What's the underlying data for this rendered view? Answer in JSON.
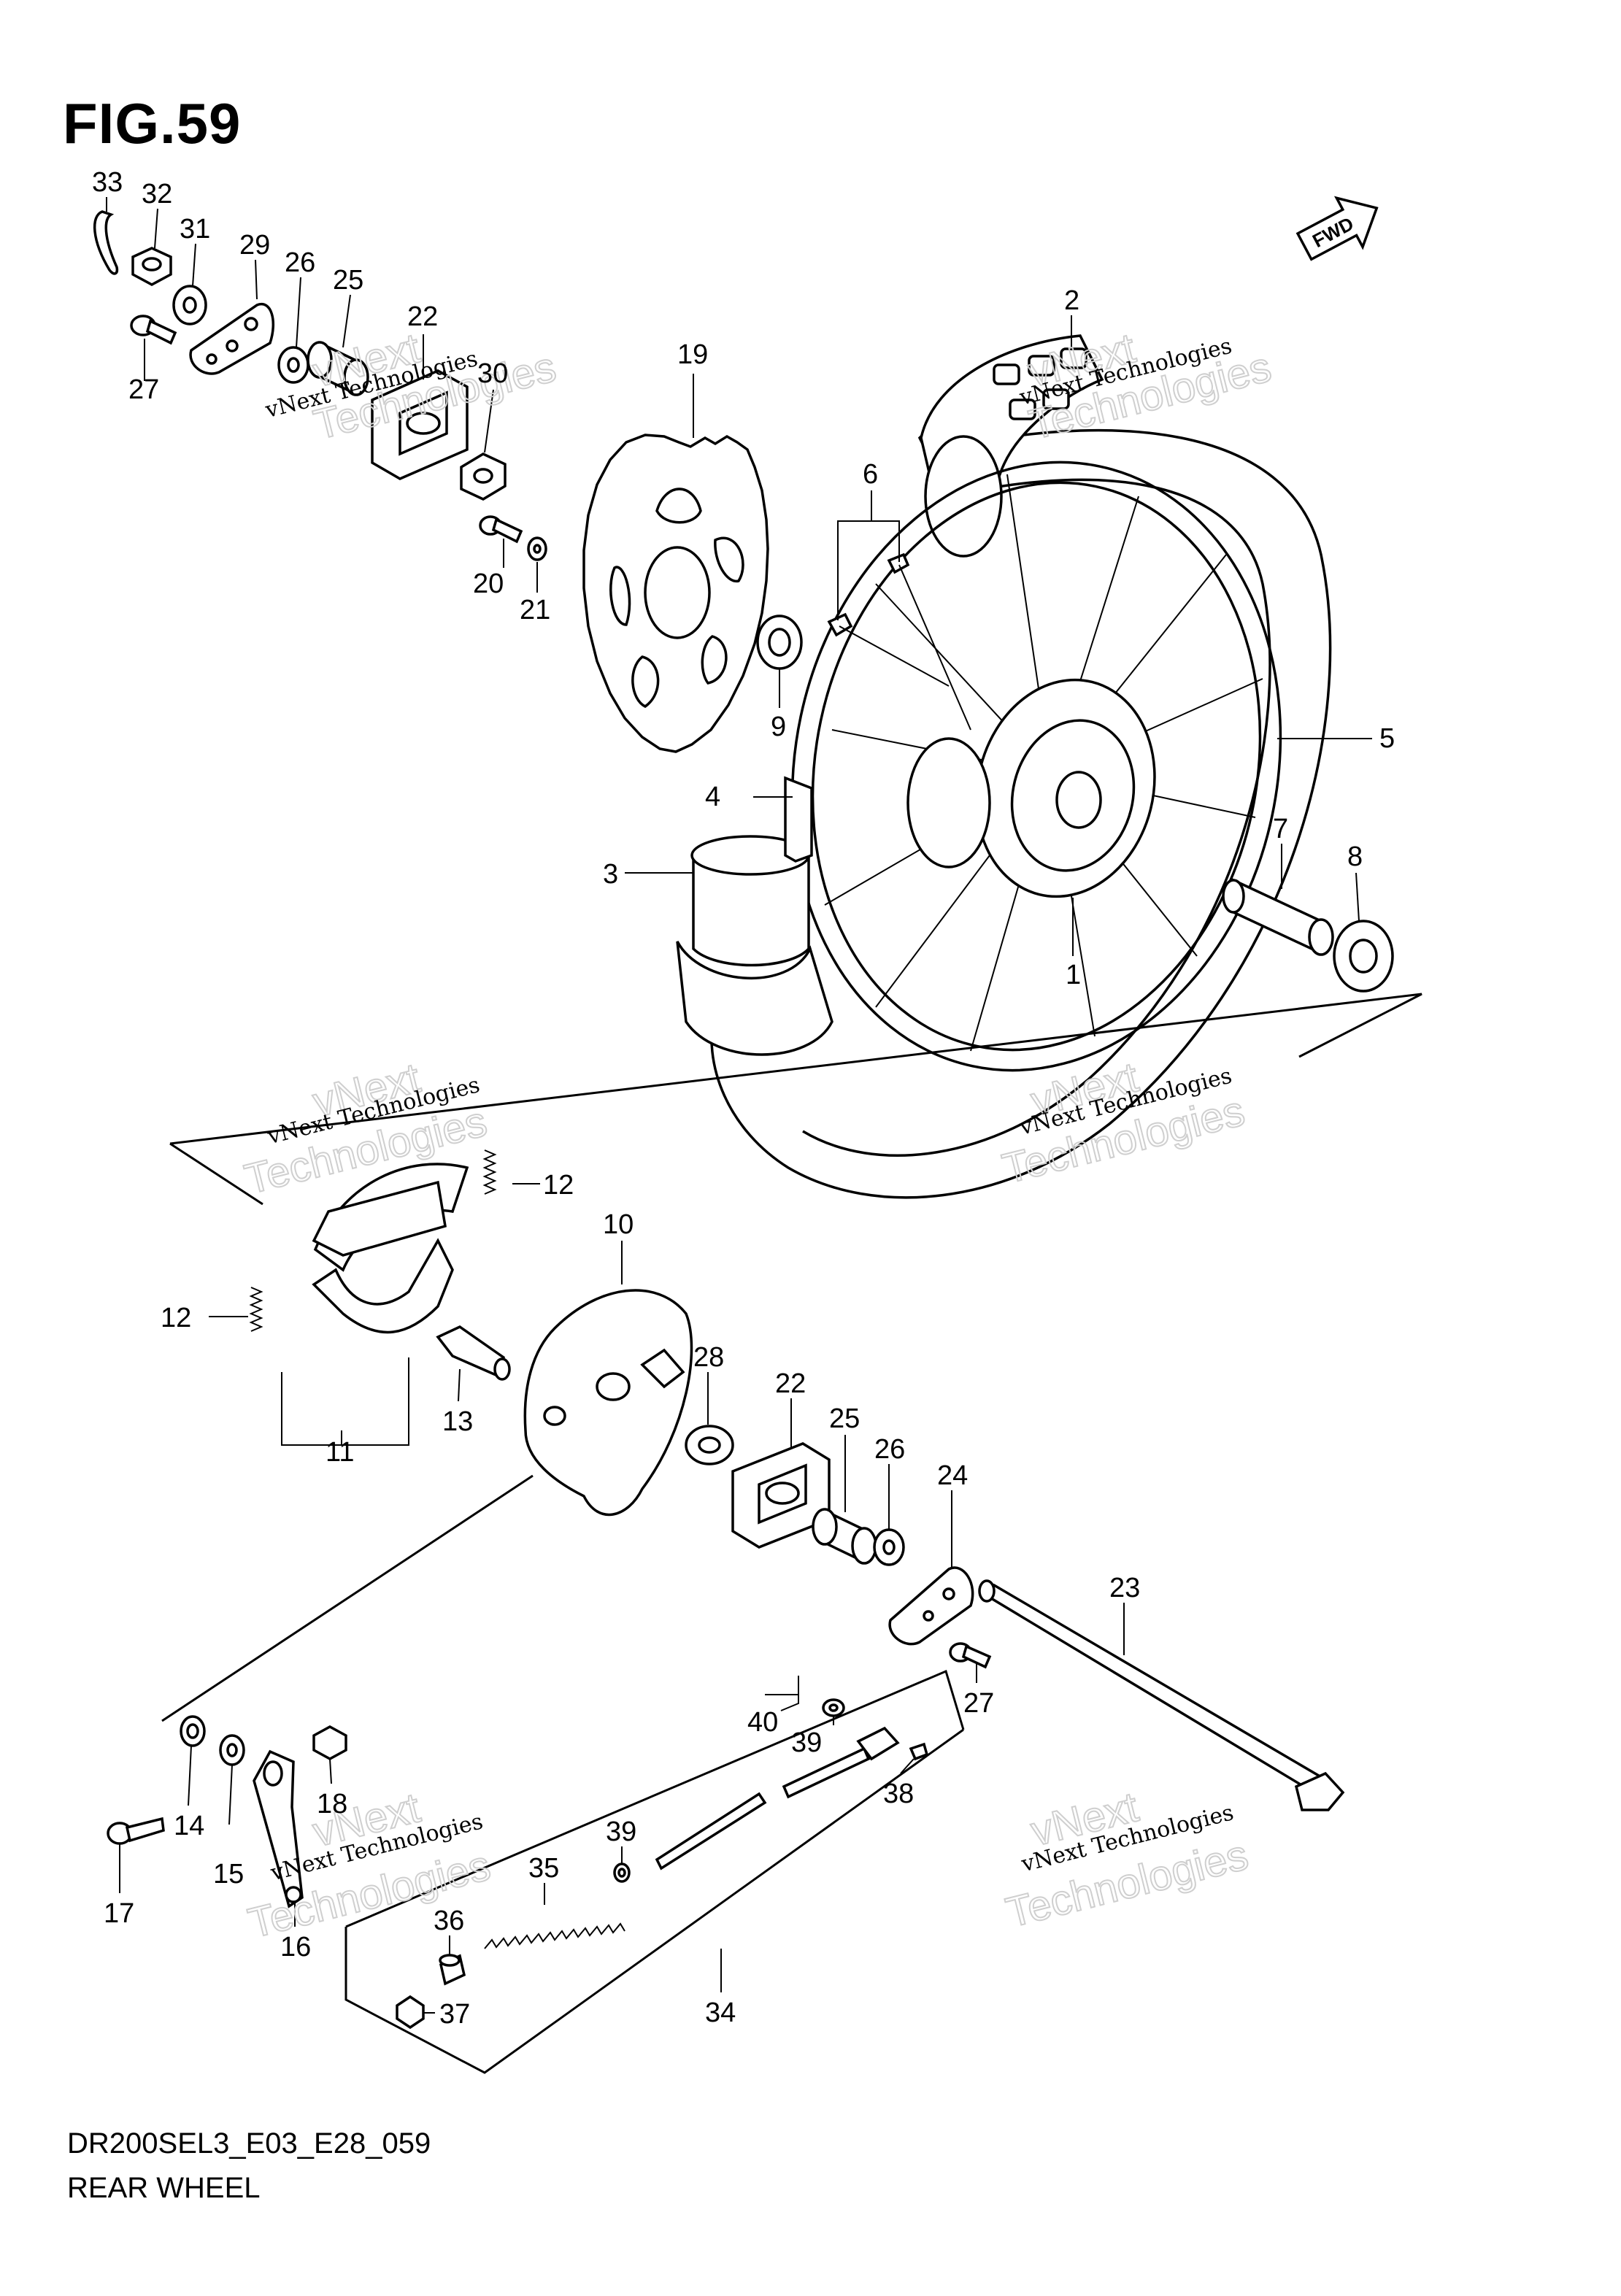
{
  "figure": {
    "title": "FIG.59",
    "model_code": "DR200SEL3_E03_E28_059",
    "section_name": "REAR WHEEL",
    "direction_badge": "FWD"
  },
  "watermarks": [
    {
      "line1": "vNext",
      "line2": "vNext Technologies",
      "line3": "Technologies"
    },
    {
      "line1": "vNext",
      "line2": "vNext Technologies",
      "line3": "Technologies"
    },
    {
      "line1": "vNext",
      "line2": "vNext Technologies",
      "line3": "Technologies"
    },
    {
      "line1": "vNext",
      "line2": "vNext Technologies",
      "line3": "Technologies"
    },
    {
      "line1": "vNext",
      "line2": "vNext Technologies",
      "line3": "Technologies"
    },
    {
      "line1": "vNext",
      "line2": "vNext Technologies",
      "line3": "Technologies"
    }
  ],
  "callouts": [
    "33",
    "32",
    "31",
    "29",
    "26",
    "25",
    "22",
    "30",
    "27",
    "20",
    "21",
    "19",
    "9",
    "6",
    "2",
    "5",
    "4",
    "3",
    "7",
    "8",
    "1",
    "12",
    "12",
    "10",
    "11",
    "13",
    "28",
    "22",
    "25",
    "26",
    "24",
    "23",
    "27",
    "40",
    "39",
    "38",
    "14",
    "15",
    "18",
    "17",
    "16",
    "39",
    "35",
    "36",
    "37",
    "34"
  ]
}
